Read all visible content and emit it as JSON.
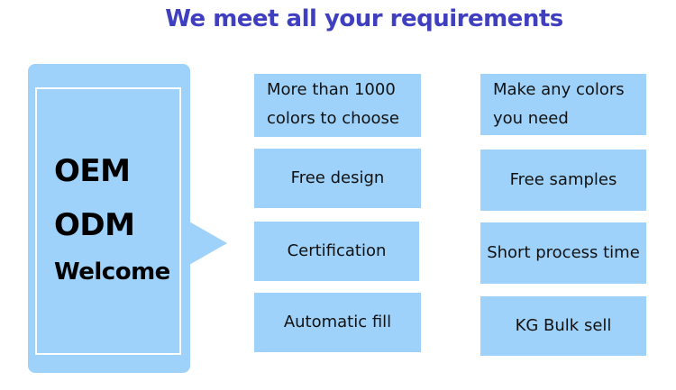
{
  "headline": "We meet all your requirements",
  "panel": {
    "line_1": "OEM",
    "line_2": "ODM",
    "line_3": "Welcome"
  },
  "left_column": [
    "More than 1000 colors to choose",
    "Free design",
    "Certification",
    "Automatic fill"
  ],
  "right_column": [
    "Make any colors you need",
    "Free samples",
    "Short process time",
    "KG Bulk sell"
  ],
  "colors": {
    "headline": "#3f3fc0",
    "panel": "#9fd2fa",
    "box": "#9fd2fa",
    "text": "#000000"
  }
}
